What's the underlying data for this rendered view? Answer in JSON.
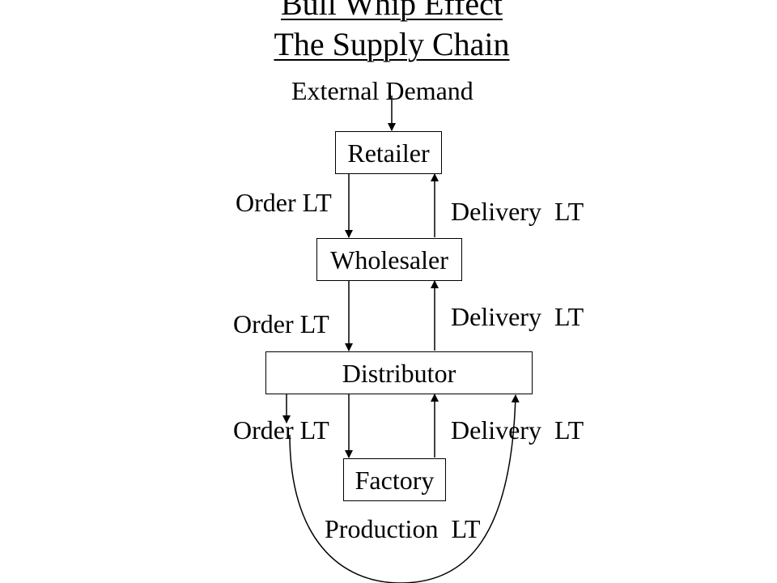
{
  "title": {
    "line1": "Bull Whip Effect",
    "line2": "The Supply Chain"
  },
  "external_demand": "External Demand",
  "nodes": {
    "retailer": "Retailer",
    "wholesaler": "Wholesaler",
    "distributor": "Distributor",
    "factory": "Factory"
  },
  "labels": {
    "order_lt_1": "Order LT",
    "delivery_lt_1": "Delivery  LT",
    "order_lt_2": "Order LT",
    "delivery_lt_2": "Delivery  LT",
    "order_lt_3": "Order LT",
    "delivery_lt_3": "Delivery  LT",
    "production_lt": "Production  LT"
  },
  "colors": {
    "background": "#ffffff",
    "stroke": "#000000"
  }
}
